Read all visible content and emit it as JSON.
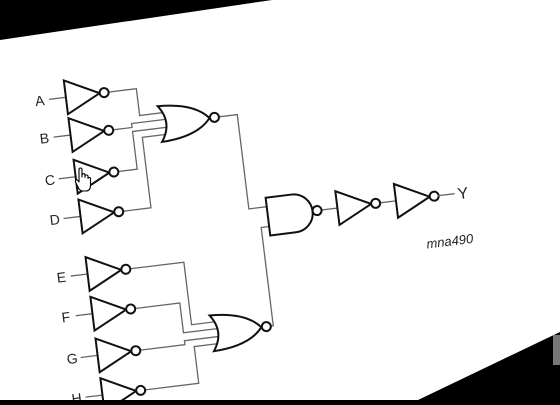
{
  "diagram": {
    "inputs": [
      "A",
      "B",
      "C",
      "D",
      "E",
      "F",
      "G",
      "H"
    ],
    "output": "Y",
    "figure_id": "mna490"
  },
  "colors": {
    "background": "#000000",
    "paper": "#ffffff",
    "wire": "#666666",
    "gate_outline": "#111111",
    "text": "#222222"
  },
  "icons": [
    "hand-pointer-icon"
  ]
}
